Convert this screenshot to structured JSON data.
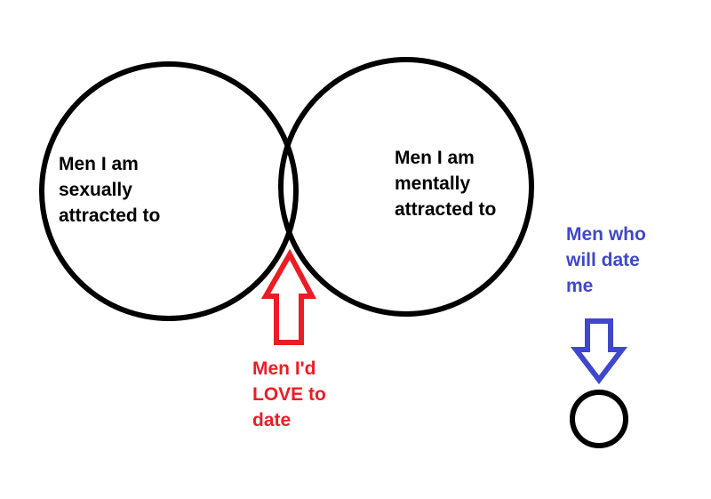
{
  "labels": {
    "left_circle": [
      "Men I am",
      "sexually",
      "attracted to"
    ],
    "right_circle": [
      "Men I am",
      "mentally",
      "attracted to"
    ],
    "overlap": [
      "Men I'd",
      "LOVE to",
      "date"
    ],
    "small_circle": [
      "Men who",
      "will date",
      "me"
    ]
  },
  "colors": {
    "outline": "#000000",
    "red": "#ed1c24",
    "blue": "#3f48cc",
    "text": "#000000",
    "background": "#ffffff"
  },
  "icons": {
    "overlap_pointer": "arrow-up-icon",
    "small_circle_pointer": "arrow-down-icon"
  }
}
